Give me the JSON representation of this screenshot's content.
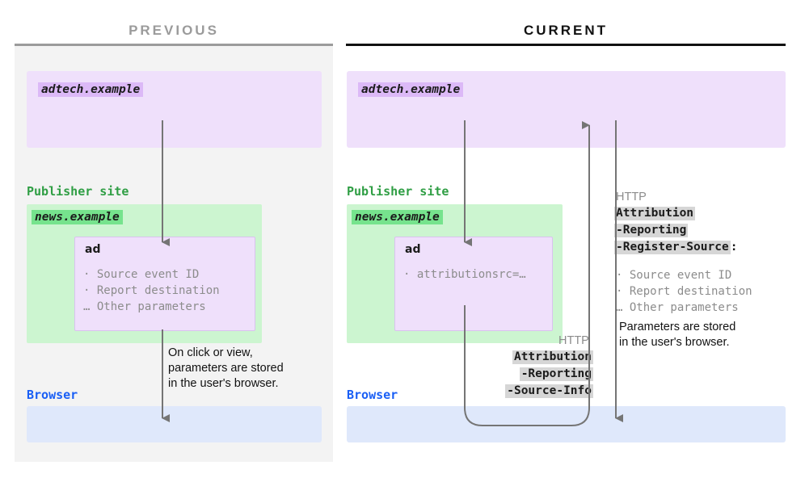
{
  "columns": {
    "previous": {
      "heading": "PREVIOUS",
      "adtech_label": "adtech.example",
      "publisher_label": "Publisher site",
      "news_label": "news.example",
      "ad_title": "ad",
      "ad_params": "· Source event ID\n· Report destination\n… Other parameters",
      "browser_label": "Browser",
      "note": "On click or view,\nparameters are stored\nin the user's browser."
    },
    "current": {
      "heading": "CURRENT",
      "adtech_label": "adtech.example",
      "publisher_label": "Publisher site",
      "news_label": "news.example",
      "ad_title": "ad",
      "ad_params": "· attributionsrc=…",
      "browser_label": "Browser",
      "note": "Parameters are stored\nin the user's browser."
    }
  },
  "http_register_source": {
    "protocol": "HTTP",
    "header_lines": [
      "Attribution",
      "-Reporting",
      "-Register-Source"
    ],
    "colon": ":",
    "params": "· Source event ID\n· Report destination\n… Other parameters"
  },
  "http_source_info": {
    "protocol": "HTTP",
    "header_lines": [
      "Attribution",
      "-Reporting",
      "-Source-Info"
    ]
  },
  "colors": {
    "panel_gray": "#f3f3f3",
    "purple_fill": "#efe0fb",
    "purple_chip": "#dcb9f7",
    "green_fill": "#ccf5d0",
    "green_chip": "#76e38d",
    "green_text": "#2f9e44",
    "blue_fill": "#dfe8fb",
    "blue_text": "#1a5ff5",
    "arrow_gray": "#757575",
    "header_chip": "#d6d6d6",
    "muted_text": "#8c8c8c",
    "rule_previous": "#9b9b9b",
    "rule_current": "#111111"
  }
}
